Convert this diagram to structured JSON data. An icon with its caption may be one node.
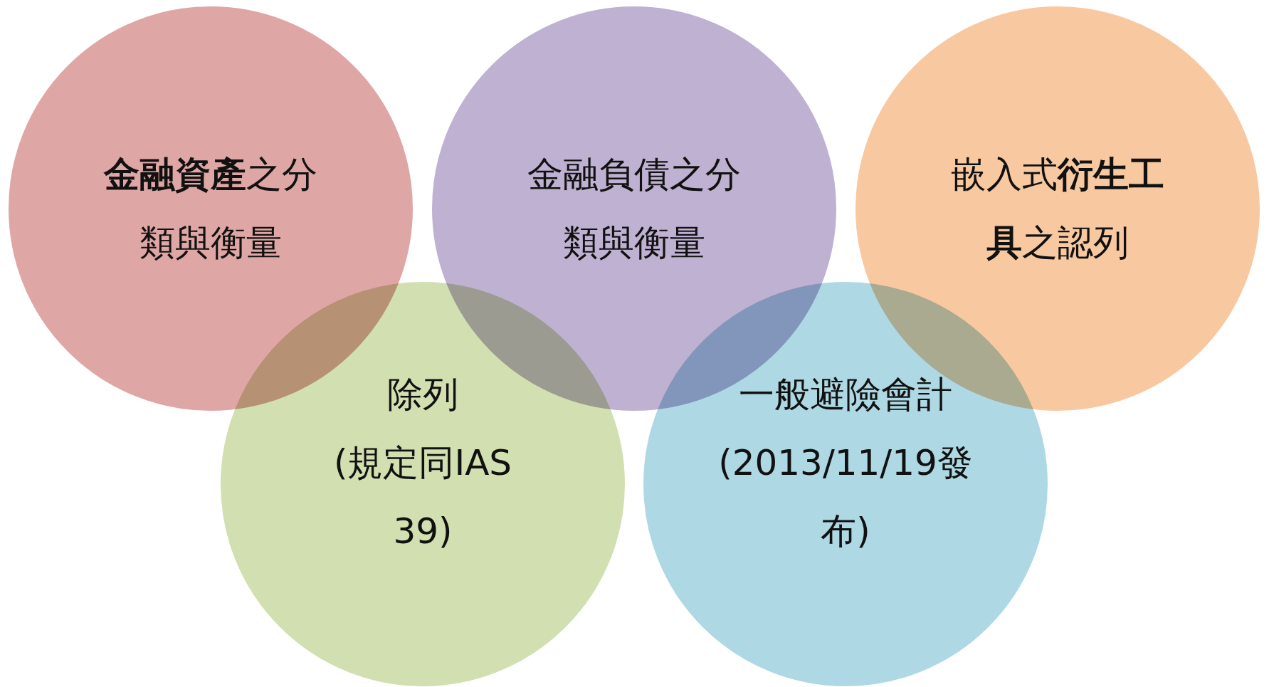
{
  "diagram": {
    "nodes": [
      {
        "text": [
          "**金融資產**之分類與衡量"
        ]
      },
      {
        "text": [
          "金融負債之分類與衡量"
        ]
      },
      {
        "text": [
          "嵌入式**衍生工具**之認列"
        ]
      },
      {
        "text": [
          "除列",
          "(規定同IAS 39)"
        ]
      },
      {
        "text": [
          "一般避險會計",
          "(2013/11/19發布)"
        ]
      }
    ]
  }
}
